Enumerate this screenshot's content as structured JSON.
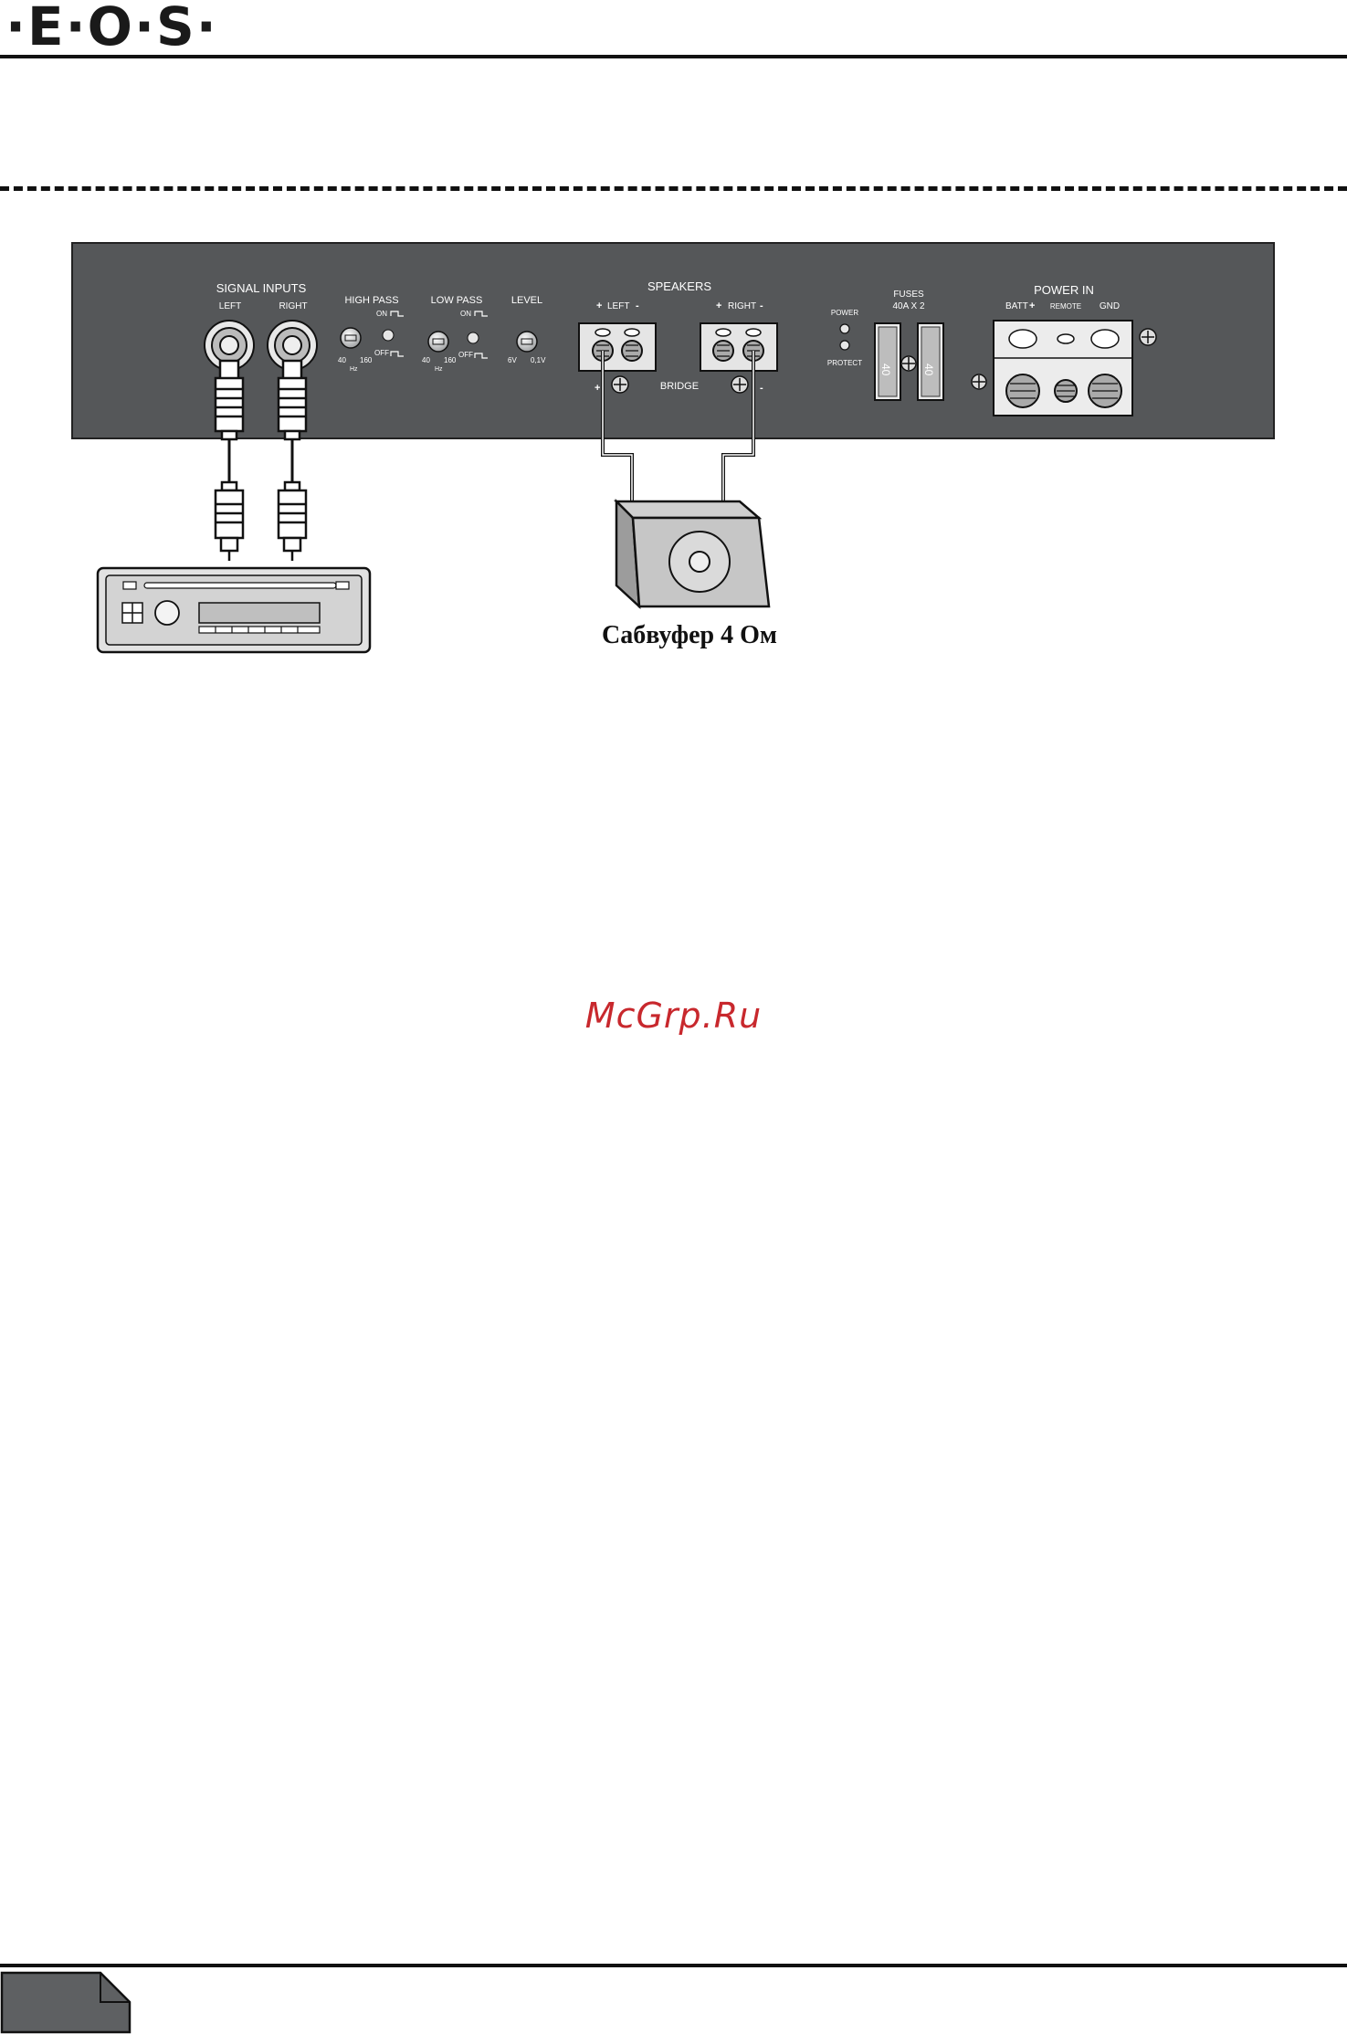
{
  "header": {
    "logo_text": "·E·O·S·"
  },
  "amp_panel": {
    "signal_inputs": {
      "title": "SIGNAL INPUTS",
      "left": "LEFT",
      "right": "RIGHT"
    },
    "high_pass": {
      "title": "HIGH  PASS",
      "on": "ON",
      "off": "OFF",
      "min": "40",
      "max": "160",
      "unit": "Hz"
    },
    "low_pass": {
      "title": "LOW  PASS",
      "on": "ON",
      "off": "OFF",
      "min": "40",
      "max": "160",
      "unit": "Hz"
    },
    "level": {
      "title": "LEVEL",
      "min": "6V",
      "max": "0,1V"
    },
    "speakers": {
      "title": "SPEAKERS",
      "left": "LEFT",
      "right": "RIGHT",
      "plus": "+",
      "minus": "-",
      "bridge": "BRIDGE"
    },
    "indicators": {
      "power": "POWER",
      "protect": "PROTECT"
    },
    "fuses": {
      "title": "FUSES",
      "rating": "40A  X  2",
      "fuse_value": "40"
    },
    "power_in": {
      "title": "POWER IN",
      "batt": "BATT",
      "remote": "REMOTE",
      "gnd": "GND"
    }
  },
  "subwoofer": {
    "caption": "Сабвуфер 4 Ом"
  },
  "watermark": "McGrp.Ru",
  "colors": {
    "panel": "#555759",
    "watermark": "#c8282d",
    "page_tab": "#5e6062"
  }
}
